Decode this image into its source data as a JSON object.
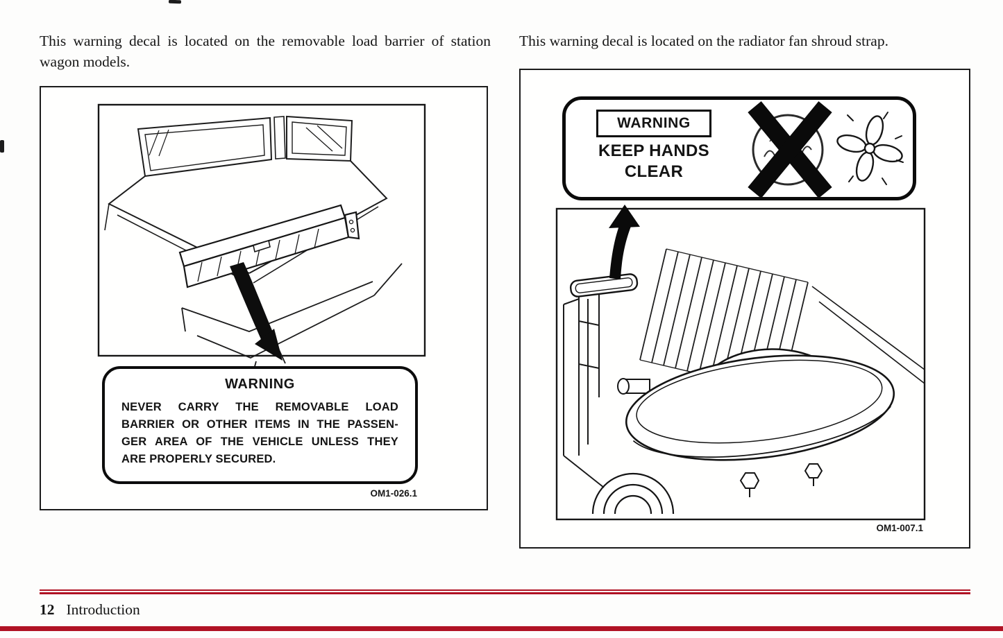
{
  "columns": {
    "left": {
      "intro": "This warning decal is located on the removable load barrier of station wagon models.",
      "decal": {
        "title": "WARNING",
        "lines": [
          "NEVER CARRY THE REMOVABLE LOAD",
          "BARRIER OR OTHER ITEMS IN THE PASSEN-",
          "GER AREA OF THE VEHICLE UNLESS THEY",
          "ARE PROPERLY SECURED."
        ]
      },
      "caption": "OM1-026.1"
    },
    "right": {
      "intro": "This warning decal is located on the radiator fan shroud strap.",
      "decal": {
        "title": "WARNING",
        "line1": "KEEP HANDS",
        "line2": "CLEAR"
      },
      "caption": "OM1-007.1"
    }
  },
  "footer": {
    "page_number": "12",
    "section": "Introduction"
  },
  "icons": {
    "fan": "fan-icon",
    "cross": "x-mark-icon",
    "left_arrow": "down-arrow-icon",
    "right_arrow": "up-arrow-icon"
  },
  "colors": {
    "rule_red": "#b01224",
    "ink": "#141414",
    "paper": "#fdfdfc"
  }
}
